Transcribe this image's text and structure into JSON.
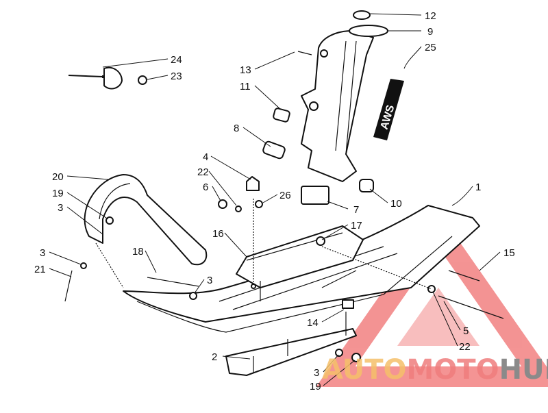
{
  "title": "Ski and spindle parts diagram",
  "watermark": {
    "part1": "AUTO",
    "part2": "MOTO",
    "part3": "HUB",
    "colors": {
      "part1": "#f5c06a",
      "part2": "#ef7c7c",
      "part3": "#8a8a8a",
      "triangle": "#f07070"
    }
  },
  "decal_text": "AWS",
  "callouts": [
    {
      "id": "c1",
      "label": "1"
    },
    {
      "id": "c12",
      "label": "12"
    },
    {
      "id": "c9",
      "label": "9"
    },
    {
      "id": "c25",
      "label": "25"
    },
    {
      "id": "c24",
      "label": "24"
    },
    {
      "id": "c23",
      "label": "23"
    },
    {
      "id": "c13",
      "label": "13"
    },
    {
      "id": "c11",
      "label": "11"
    },
    {
      "id": "c8",
      "label": "8"
    },
    {
      "id": "c4",
      "label": "4"
    },
    {
      "id": "c22a",
      "label": "22"
    },
    {
      "id": "c6",
      "label": "6"
    },
    {
      "id": "c26",
      "label": "26"
    },
    {
      "id": "c7",
      "label": "7"
    },
    {
      "id": "c10",
      "label": "10"
    },
    {
      "id": "c17",
      "label": "17"
    },
    {
      "id": "c16",
      "label": "16"
    },
    {
      "id": "c20",
      "label": "20"
    },
    {
      "id": "c19a",
      "label": "19"
    },
    {
      "id": "c3a",
      "label": "3"
    },
    {
      "id": "c3b",
      "label": "3"
    },
    {
      "id": "c21",
      "label": "21"
    },
    {
      "id": "c18",
      "label": "18"
    },
    {
      "id": "c3c",
      "label": "3"
    },
    {
      "id": "c15",
      "label": "15"
    },
    {
      "id": "c14",
      "label": "14"
    },
    {
      "id": "c5",
      "label": "5"
    },
    {
      "id": "c22b",
      "label": "22"
    },
    {
      "id": "c2",
      "label": "2"
    },
    {
      "id": "c3d",
      "label": "3"
    },
    {
      "id": "c19b",
      "label": "19"
    }
  ]
}
